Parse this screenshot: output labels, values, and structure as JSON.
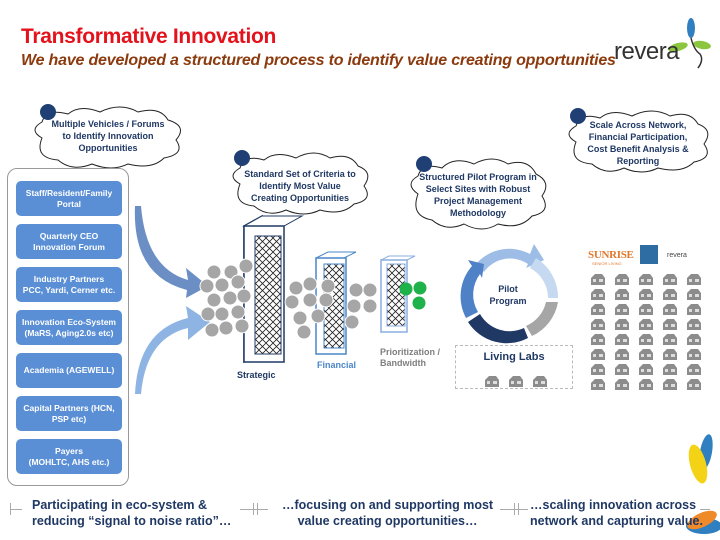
{
  "header": {
    "title": "Transformative Innovation",
    "subtitle": "We have developed a structured process to identify value creating opportunities",
    "logo_text": "revera"
  },
  "clouds": [
    {
      "text": [
        "Multiple Vehicles / Forums",
        "to Identify Innovation",
        "Opportunities"
      ]
    },
    {
      "text": [
        "Standard Set of Criteria to",
        "Identify Most Value",
        "Creating Opportunities"
      ]
    },
    {
      "text": [
        "Structured Pilot Program in",
        "Select Sites with Robust",
        "Project Management",
        "Methodology"
      ]
    },
    {
      "text": [
        "Scale Across Network,",
        "Financial Participation,",
        "Cost Benefit Analysis &",
        "Reporting"
      ]
    }
  ],
  "sources": [
    {
      "line1": "Staff/Resident/Family",
      "line2": "Portal"
    },
    {
      "line1": "Quarterly CEO",
      "line2": "Innovation Forum"
    },
    {
      "line1": "Industry Partners",
      "line2": "PCC, Yardi, Cerner etc."
    },
    {
      "line1": "Innovation Eco-System",
      "line2": "(MaRS, Aging2.0s etc)"
    },
    {
      "line1": "Academia (AGEWELL)",
      "line2": ""
    },
    {
      "line1": "Capital Partners (HCN,",
      "line2": "PSP etc)"
    },
    {
      "line1": "Payers",
      "line2": "(MOHLTC, AHS etc.)"
    }
  ],
  "filters": [
    {
      "label": "Strategic",
      "color": "#1f3864"
    },
    {
      "label": "Financial",
      "color": "#4a86c8"
    },
    {
      "label_line1": "Prioritization /",
      "label_line2": "Bandwidth",
      "color": "#7f7f7f"
    }
  ],
  "pilot": {
    "label_line1": "Pilot",
    "label_line2": "Program",
    "cycle_colors": [
      "#9dbde6",
      "#c5d9f1",
      "#a6a6a6",
      "#1f3864",
      "#4f81c7"
    ]
  },
  "living_labs": {
    "label": "Living Labs",
    "house_count": 3
  },
  "network": {
    "brands": {
      "sunrise": "SUNRISE",
      "sunrise_sub": "SENIOR LIVING",
      "revera": "revera"
    },
    "house_rows": 8,
    "house_cols": 5
  },
  "bottom": {
    "phase1": [
      "Participating in eco-system &",
      "reducing “signal to noise  ratio”…"
    ],
    "phase2": [
      "…focusing on and supporting most",
      "value creating opportunities…"
    ],
    "phase3": [
      "…scaling innovation across",
      "network and capturing value."
    ]
  },
  "colors": {
    "title": "#e3121b",
    "subtitle": "#8b3a0e",
    "source_box": "#5a8fd6",
    "navy": "#1f3864",
    "green_ball": "#1fb24a",
    "grey_ball": "#a6a6a6"
  }
}
